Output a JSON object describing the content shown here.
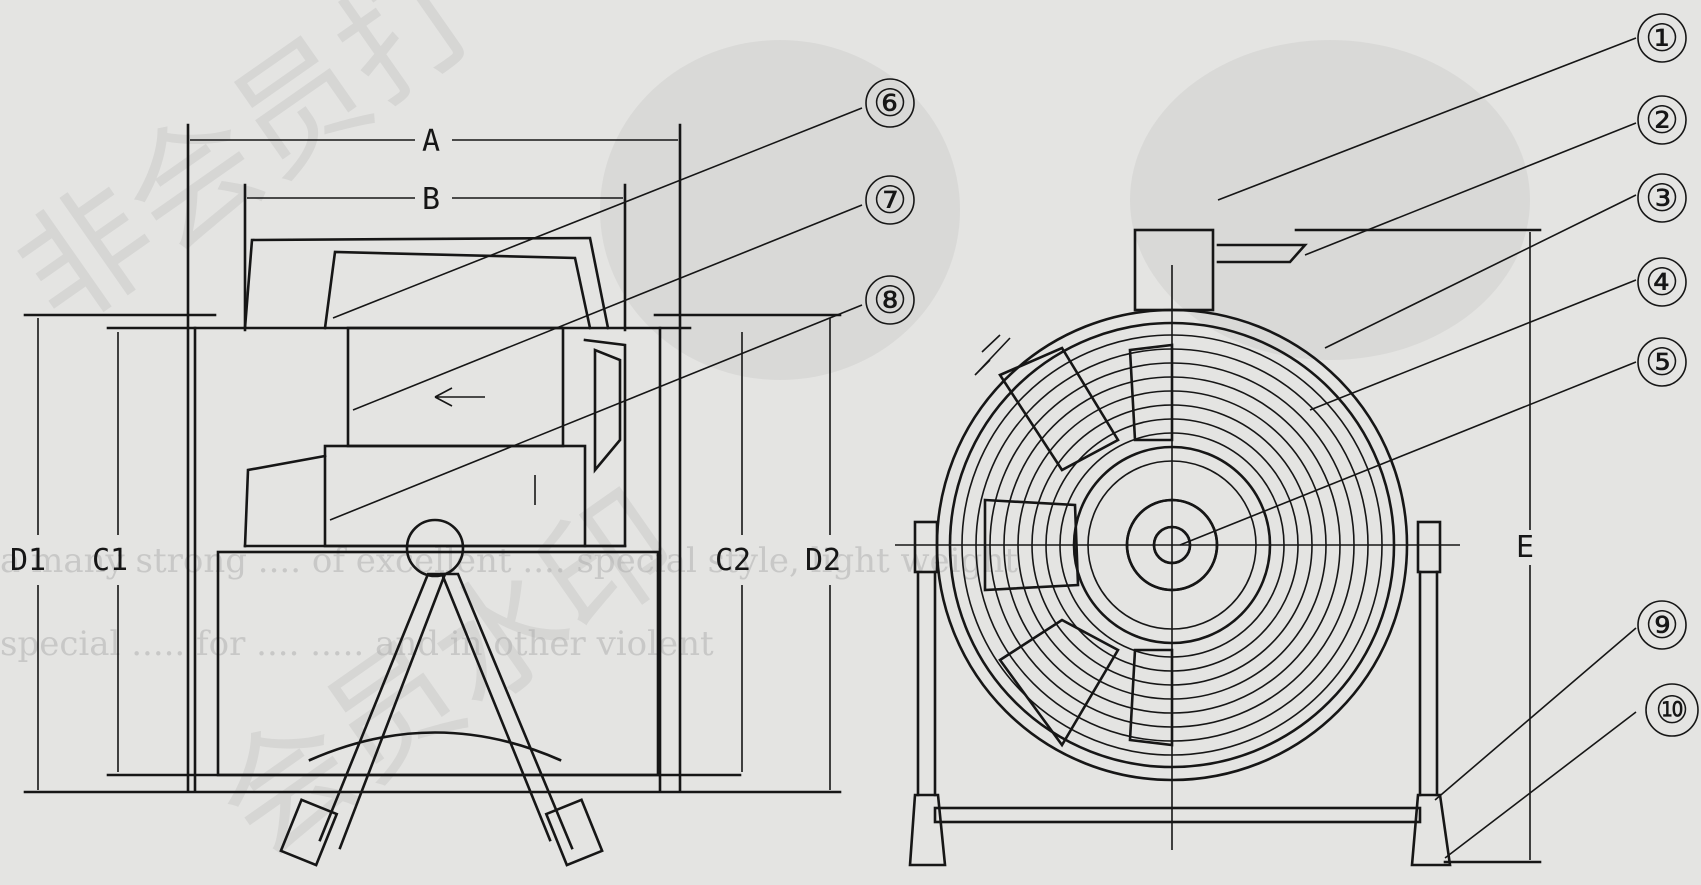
{
  "dimensions": {
    "A": "A",
    "B": "B",
    "C1": "C1",
    "C2": "C2",
    "D1": "D1",
    "D2": "D2",
    "E": "E"
  },
  "callouts": [
    "①",
    "②",
    "③",
    "④",
    "⑤",
    "⑥",
    "⑦",
    "⑧",
    "⑨",
    "⑩"
  ],
  "watermark": {
    "line1": "非会员打",
    "line2": "会员水印"
  },
  "bleed_text": {
    "line1": "a many strong .... of excellent .... special style, light weight",
    "line2": "special ..... for .... ..... and in other violent"
  }
}
